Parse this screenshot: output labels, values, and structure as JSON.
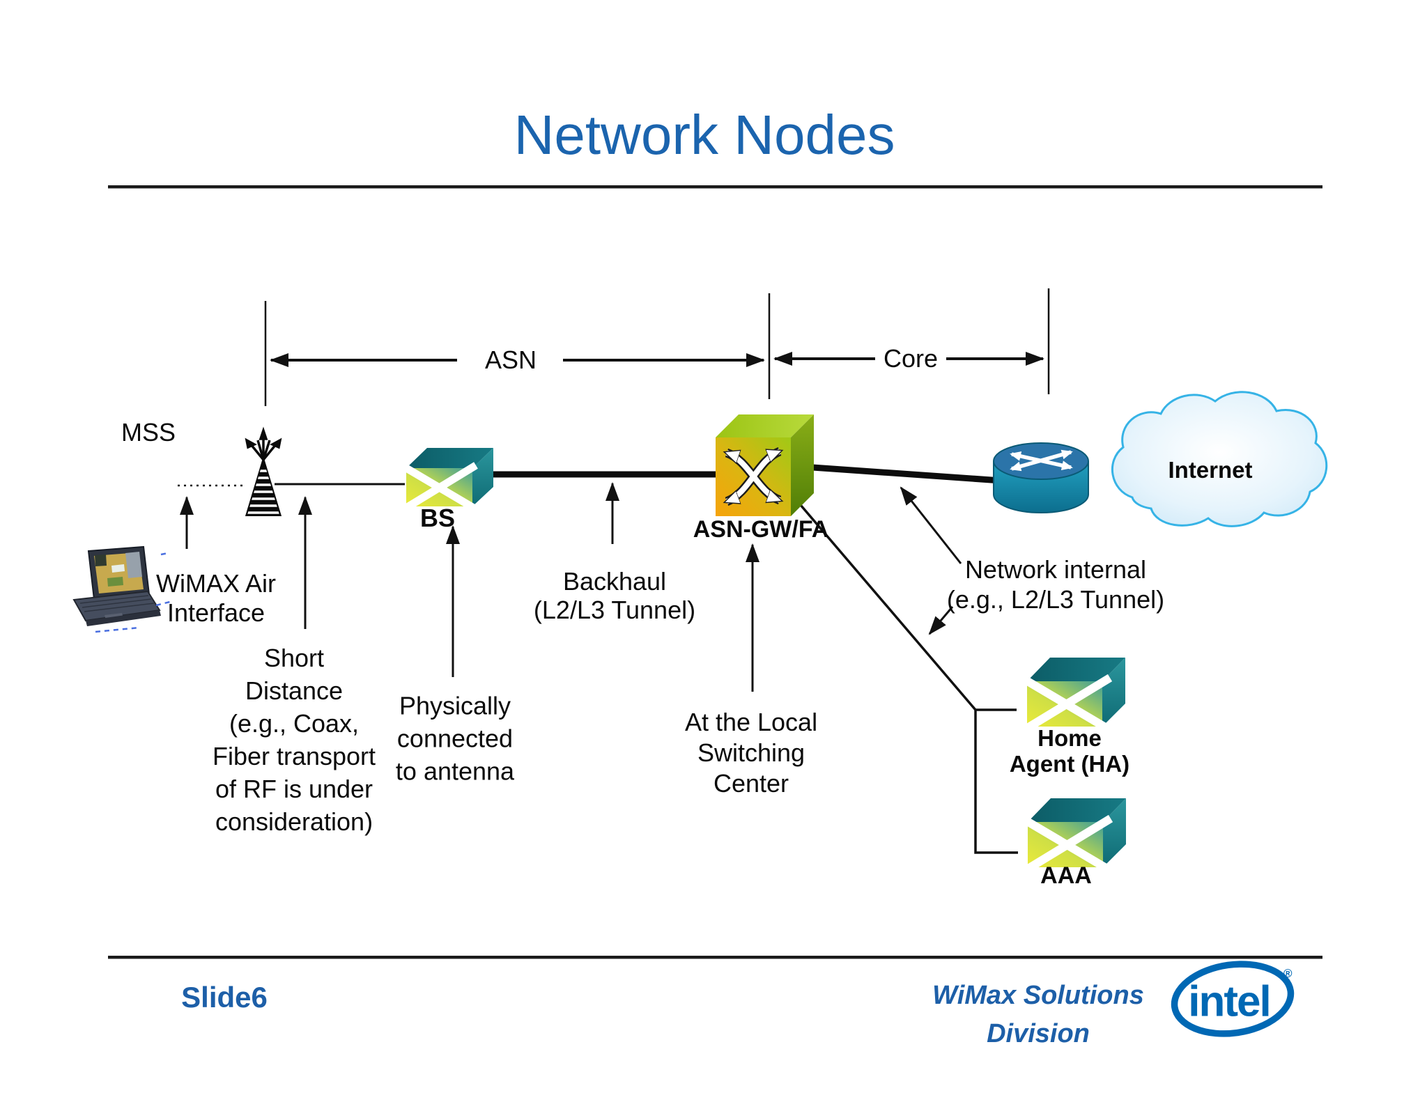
{
  "slide": {
    "title": "Network Nodes",
    "footer": {
      "slide_number": "Slide6",
      "division": "WiMax Solutions\nDivision",
      "intel_logo_text": "intel",
      "intel_reg_mark": "®"
    },
    "colors": {
      "title_blue": "#1b64ae",
      "footer_blue": "#1d5fa8",
      "intel_blue": "#0068b4",
      "node_teal_dark": "#0f666f",
      "node_teal": "#1b8289",
      "node_yellow": "#e9e73a",
      "gw_orange": "#f5a40c",
      "gw_green": "#a1c916",
      "router_top_blue": "#2b74a9",
      "router_body_teal": "#1490b4",
      "cloud_fill": "#d9eefb",
      "cloud_stroke": "#36b3e6",
      "line_color": "#111111"
    }
  },
  "diagram": {
    "spans": {
      "asn_label": "ASN",
      "core_label": "Core"
    },
    "nodes": {
      "mss_label": "MSS",
      "bs_label": "BS",
      "asn_gw_label": "ASN-GW/FA",
      "internet_label": "Internet",
      "home_agent_label": "Home\nAgent (HA)",
      "aaa_label": "AAA"
    },
    "annotations": {
      "wimax_air": "WiMAX Air\nInterface",
      "short_distance": "Short\nDistance\n(e.g., Coax,\nFiber transport\nof RF is under\nconsideration)",
      "physically_connected": "Physically\nconnected\nto antenna",
      "backhaul": "Backhaul\n(L2/L3 Tunnel)",
      "at_local_switching": "At the Local\nSwitching\nCenter",
      "network_internal": "Network internal\n(e.g., L2/L3 Tunnel)"
    }
  }
}
